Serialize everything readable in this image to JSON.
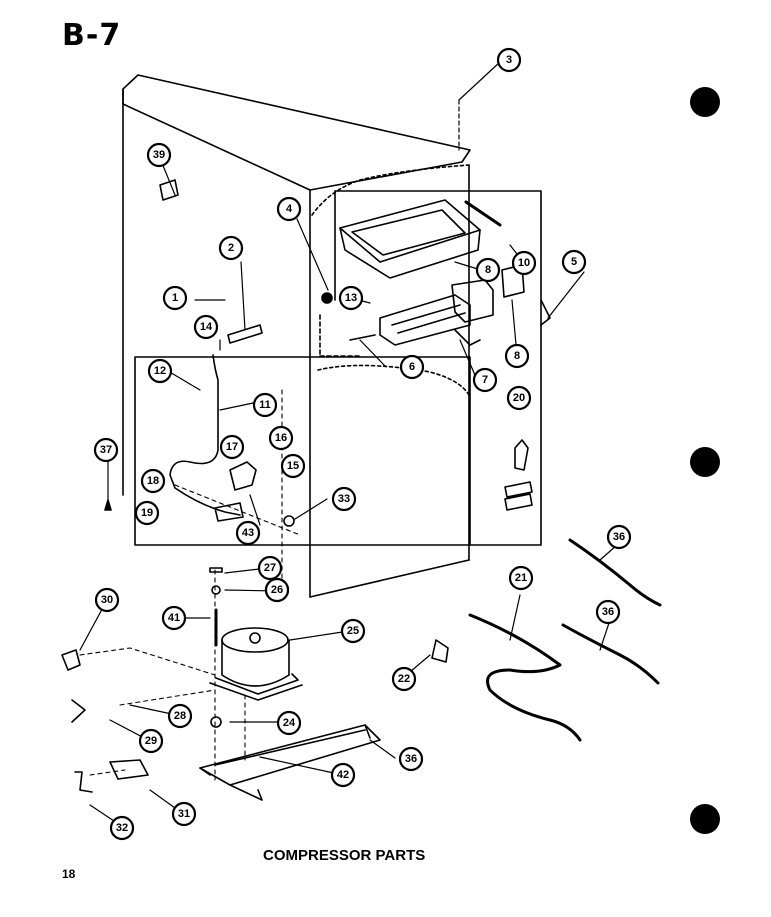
{
  "page": {
    "code": "B-7",
    "caption": "COMPRESSOR PARTS",
    "number": "18"
  },
  "callouts": [
    {
      "n": "1"
    },
    {
      "n": "2"
    },
    {
      "n": "3"
    },
    {
      "n": "4"
    },
    {
      "n": "5"
    },
    {
      "n": "6"
    },
    {
      "n": "7"
    },
    {
      "n": "8"
    },
    {
      "n": "8"
    },
    {
      "n": "10"
    },
    {
      "n": "11"
    },
    {
      "n": "12"
    },
    {
      "n": "13"
    },
    {
      "n": "14"
    },
    {
      "n": "15"
    },
    {
      "n": "16"
    },
    {
      "n": "17"
    },
    {
      "n": "18"
    },
    {
      "n": "19"
    },
    {
      "n": "20"
    },
    {
      "n": "21"
    },
    {
      "n": "22"
    },
    {
      "n": "24"
    },
    {
      "n": "25"
    },
    {
      "n": "26"
    },
    {
      "n": "26"
    },
    {
      "n": "27"
    },
    {
      "n": "28"
    },
    {
      "n": "29"
    },
    {
      "n": "30"
    },
    {
      "n": "31"
    },
    {
      "n": "32"
    },
    {
      "n": "33"
    },
    {
      "n": "36"
    },
    {
      "n": "36"
    },
    {
      "n": "36"
    },
    {
      "n": "37"
    },
    {
      "n": "39"
    },
    {
      "n": "41"
    },
    {
      "n": "42"
    },
    {
      "n": "43"
    }
  ]
}
